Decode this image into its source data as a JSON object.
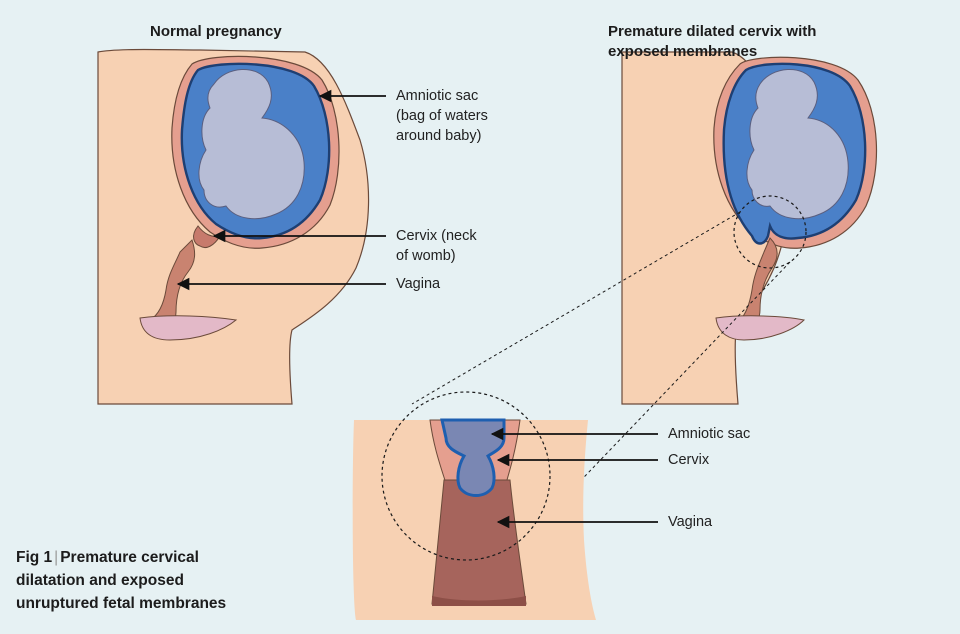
{
  "headings": {
    "left": "Normal pregnancy",
    "right_line1": "Premature dilated cervix with",
    "right_line2": "exposed membranes"
  },
  "labels": {
    "amniotic_sac_top": [
      "Amniotic sac",
      "(bag of waters",
      "around baby)"
    ],
    "cervix_top": [
      "Cervix (neck",
      "of womb)"
    ],
    "vagina_top": "Vagina",
    "amniotic_sac_bottom": "Amniotic sac",
    "cervix_bottom": "Cervix",
    "vagina_bottom": "Vagina"
  },
  "caption": {
    "number": "Fig 1",
    "separator": "|",
    "line1": "Premature cervical",
    "line2": "dilatation and exposed",
    "line3": "unruptured fetal membranes"
  },
  "colors": {
    "background": "#e6f1f3",
    "skin": "#f7d1b3",
    "uterus_wall": "#e59f8f",
    "amniotic_fluid": "#4a80c8",
    "membrane": "#1e3f73",
    "fetus": "#b7bdd6",
    "vagina": "#a6645c"
  }
}
